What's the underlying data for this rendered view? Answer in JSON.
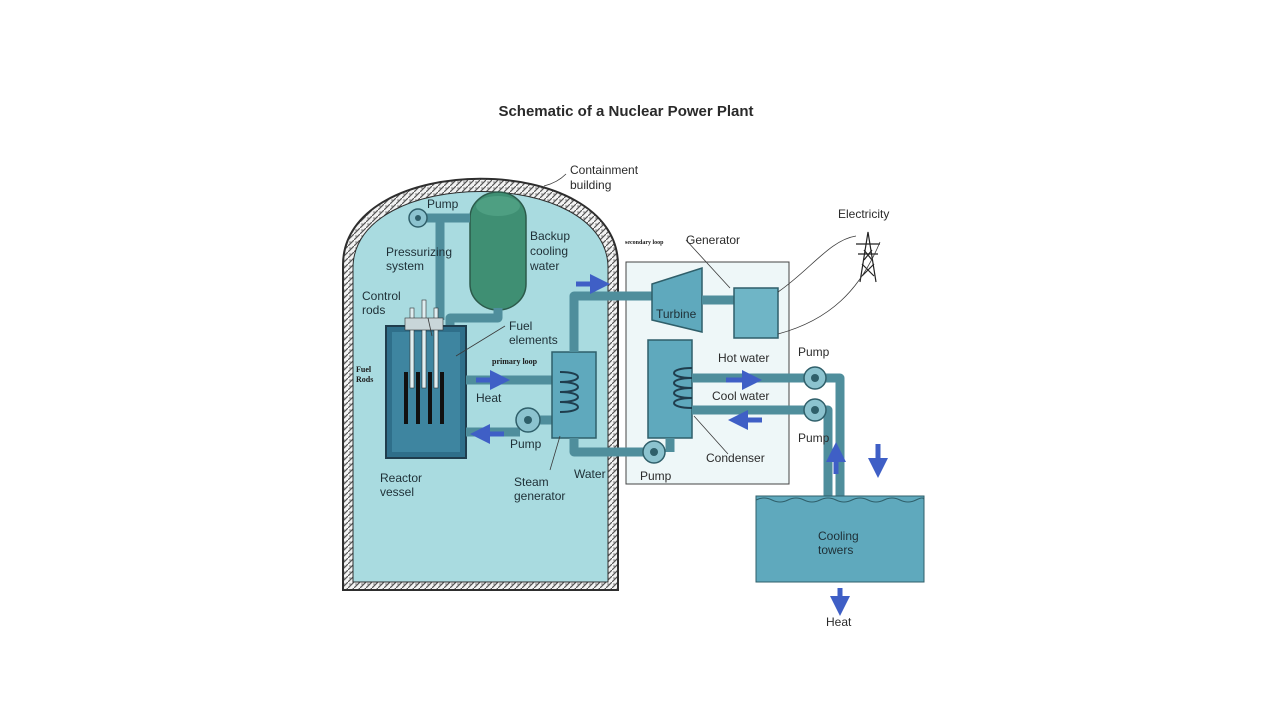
{
  "title": "Schematic of a Nuclear Power Plant",
  "labels": {
    "containment": "Containment",
    "building": "building",
    "pump_top": "Pump",
    "pressurizing": "Pressurizing",
    "system": "system",
    "backup": "Backup",
    "cooling": "cooling",
    "water_backup": "water",
    "control": "Control",
    "rods": "rods",
    "fuel_el_1": "Fuel",
    "fuel_el_2": "elements",
    "fuel_rods_1": "Fuel",
    "fuel_rods_2": "Rods",
    "primary_loop": "primary loop",
    "heat_left": "Heat",
    "pump_primary": "Pump",
    "reactor": "Reactor",
    "vessel": "vessel",
    "steam": "Steam",
    "generator_steam": "generator",
    "water": "Water",
    "secondary_loop": "secondary loop",
    "generator": "Generator",
    "turbine": "Turbine",
    "electricity": "Electricity",
    "hot_water": "Hot water",
    "cool_water": "Cool water",
    "pump_hot": "Pump",
    "pump_cool": "Pump",
    "pump_secondary": "Pump",
    "condenser": "Condenser",
    "cooling_label": "Cooling",
    "towers": "towers",
    "heat_bottom": "Heat"
  },
  "colors": {
    "containment_fill": "#a9dbe0",
    "wall": "#3b3b3b",
    "pipe": "#4f8e9c",
    "arrow": "#3f5fc6",
    "tank": "#3f8f73",
    "tower_water": "#5fa9bd"
  }
}
